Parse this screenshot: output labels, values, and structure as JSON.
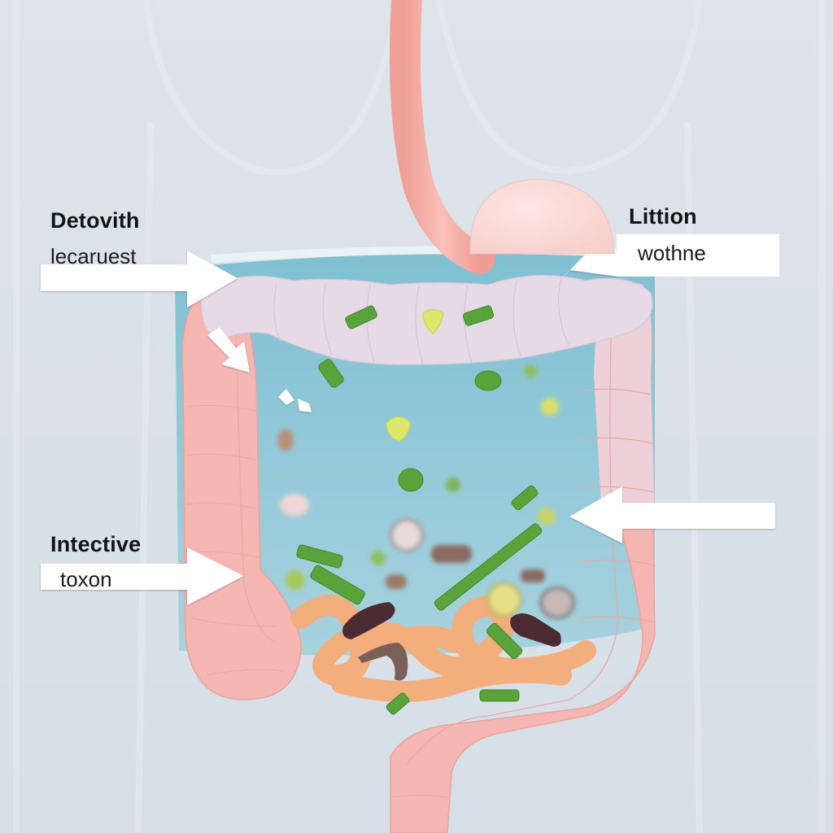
{
  "diagram": {
    "subject": "digestive tract illustration with large intestine, small intestine and food particles",
    "colors": {
      "background": "#d9e1e8",
      "cavity": "#8fc6d6",
      "colon": "#f5b8b5",
      "transverse_colon": "#e6dbe6",
      "small_intestine": "#f2b07e",
      "esophagus": "#f4a9a2",
      "stomach": "#fbd6d3",
      "food_green": "#5aa33a",
      "food_yellow": "#dde86a",
      "food_dark": "#4a2a33",
      "arrow": "#ffffff"
    },
    "labels": [
      {
        "id": "top-left",
        "title": "Detovith",
        "subtitle": "lecaruest"
      },
      {
        "id": "top-right",
        "title": "Littion",
        "subtitle": "wothne"
      },
      {
        "id": "bottom-left",
        "title": "Intective",
        "subtitle": "toxon"
      },
      {
        "id": "middle-right",
        "title": "",
        "subtitle": ""
      }
    ],
    "parts": [
      "esophagus",
      "stomach",
      "transverse colon",
      "ascending colon",
      "descending colon",
      "small intestine",
      "sigmoid colon / rectum"
    ]
  }
}
